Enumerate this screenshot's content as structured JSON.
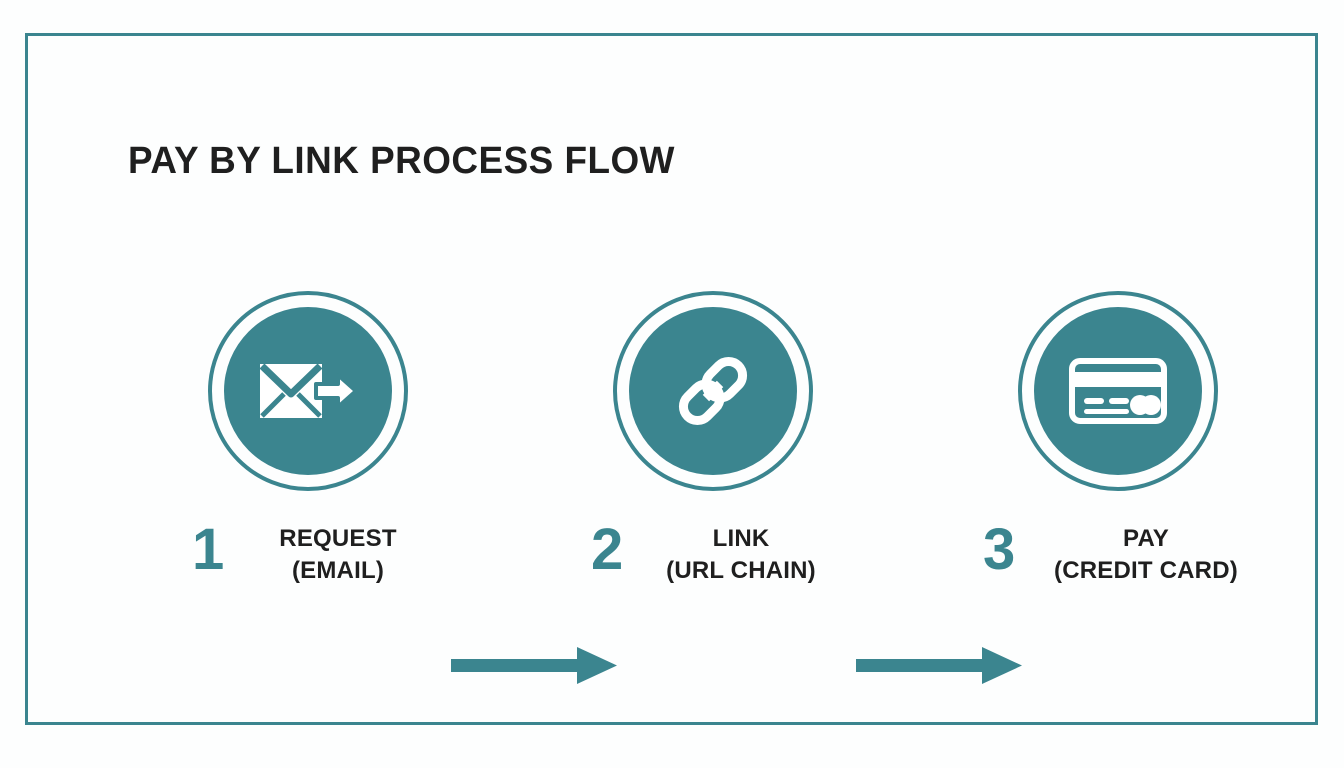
{
  "page": {
    "title": "PAY BY LINK PROCESS FLOW",
    "accent_color": "#3b858f",
    "text_color": "#1f1f1f",
    "background_color": "#fdfefe",
    "border_color": "#3b858f"
  },
  "steps": [
    {
      "number": "1",
      "label_line1": "REQUEST",
      "label_line2": "(EMAIL)",
      "icon": "envelope-send-icon"
    },
    {
      "number": "2",
      "label_line1": "LINK",
      "label_line2": "(URL CHAIN)",
      "icon": "chain-link-icon"
    },
    {
      "number": "3",
      "label_line1": "PAY",
      "label_line2": "(CREDIT CARD)",
      "icon": "credit-card-icon"
    }
  ],
  "connectors": [
    {
      "name": "arrow-step1-to-step2",
      "direction": "right"
    },
    {
      "name": "arrow-step2-to-step3",
      "direction": "right"
    }
  ]
}
